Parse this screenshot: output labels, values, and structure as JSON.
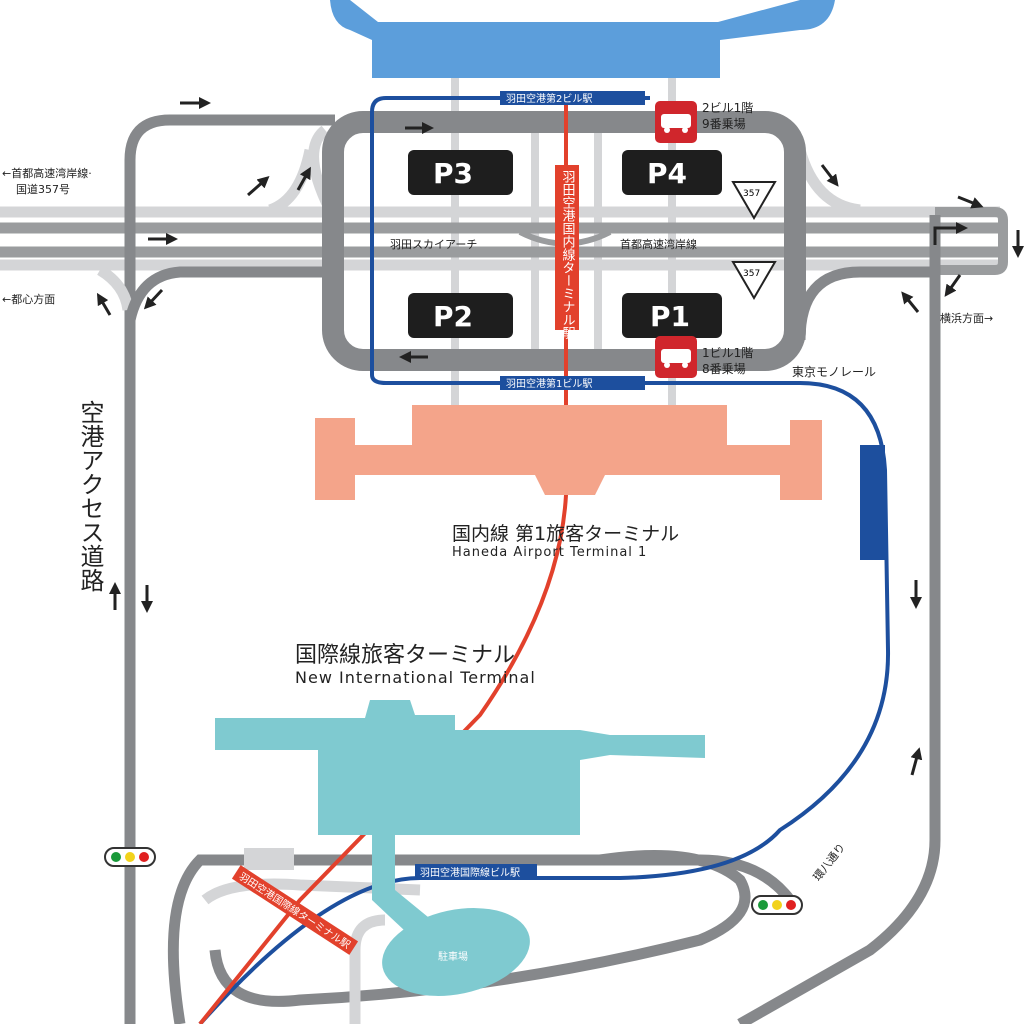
{
  "colors": {
    "road": "#86888b",
    "road_light": "#d4d5d7",
    "monorail": "#1d4f9e",
    "keikyu": "#e2412c",
    "terminal2": "#5c9edb",
    "terminal1": "#f4a48a",
    "intl": "#7fcad0",
    "bus": "#d0262c"
  },
  "stations": {
    "t2": "羽田空港第2ビル駅",
    "t1": "羽田空港第1ビル駅",
    "intl_monorail": "羽田空港国際線ビル駅",
    "domestic_keikyu": "羽田空港国内線ターミナル駅",
    "intl_keikyu": "羽田空港国際線ターミナル駅"
  },
  "parking": {
    "p1": "P1",
    "p2": "P2",
    "p3": "P3",
    "p4": "P4",
    "lot": "駐車場"
  },
  "bus_stops": {
    "b2_line1": "2ビル1階",
    "b2_line2": "9番乗場",
    "b1_line1": "1ビル1階",
    "b1_line2": "8番乗場"
  },
  "labels": {
    "expressway_left": "←首都高速湾岸線·",
    "route357": "国道357号",
    "toshin": "←都心方面",
    "yokohama": "横浜方面→",
    "sky_arch": "羽田スカイアーチ",
    "wangan": "首都高速湾岸線",
    "monorail": "東京モノレール",
    "access_road": "空港アクセス道路",
    "kanpachi": "環八通り",
    "route_sign": "357"
  },
  "terminals": {
    "t1_ja": "国内線 第1旅客ターミナル",
    "t1_en": "Haneda Airport Terminal 1",
    "intl_ja": "国際線旅客ターミナル",
    "intl_en": "New International Terminal"
  }
}
